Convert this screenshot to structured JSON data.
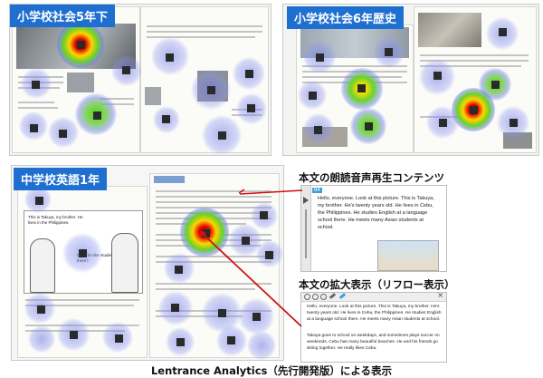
{
  "panels": {
    "top_left_title": "小学校社会5年下",
    "top_right_title": "小学校社会6年歴史",
    "bottom_left_title": "中学校英語1年"
  },
  "callouts": {
    "audio_label": "本文の朗読音声再生コンテンツ",
    "zoom_label": "本文の拡大表示（リフロー表示）"
  },
  "audio_preview": {
    "badge": "64",
    "text": "Hello, everyone.  Look at this picture.  This is Takuya, my brother.  He's twenty years old.  He lives in Cebu, the Philippines.  He studies English at a language school there.  He meets many Asian students at school."
  },
  "zoom_preview": {
    "paragraph1": "Hello, everyone.   Look at this picture.   This is Takuya, my brother.   He's twenty years old.   He lives in Cebu, the Philippines.   He studies English at a language school there.   He meets many Asian students at school.",
    "paragraph2": "Takuya goes to school on weekdays, and sometimes plays soccer on weekends.   Cebu has many beautiful beaches.   He and his friends go skiing together.   He really likes Cebu."
  },
  "english_page": {
    "speech1": "This is Takuya, my brother. He lives in the Philippines.",
    "speech2": "Does he like studies there?"
  },
  "caption": "Lentrance Analytics（先行開発版）による表示",
  "colors": {
    "title_bg": "#1f6fd0",
    "heat_hot": "#e00000",
    "heat_blue": "#6e78e6",
    "arrow": "#cc1111"
  }
}
